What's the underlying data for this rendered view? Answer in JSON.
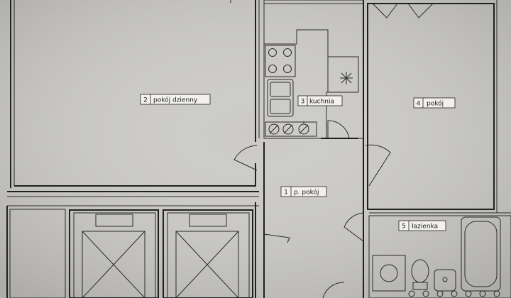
{
  "rooms": [
    {
      "num": "1",
      "name": "p. pokój"
    },
    {
      "num": "2",
      "name": "pokój dzienny"
    },
    {
      "num": "3",
      "name": "kuchnia"
    },
    {
      "num": "4",
      "name": "pokój"
    },
    {
      "num": "5",
      "name": "łazienka"
    }
  ],
  "colors": {
    "paper": "#c9c8c6",
    "ink": "#202020",
    "tag_fill": "#f2f1ee"
  },
  "icons": [
    "stove-burner-icon",
    "sink-icon",
    "washing-machine-icon",
    "toilet-icon",
    "bathtub-icon",
    "washbasin-icon",
    "door-swing-icon"
  ]
}
